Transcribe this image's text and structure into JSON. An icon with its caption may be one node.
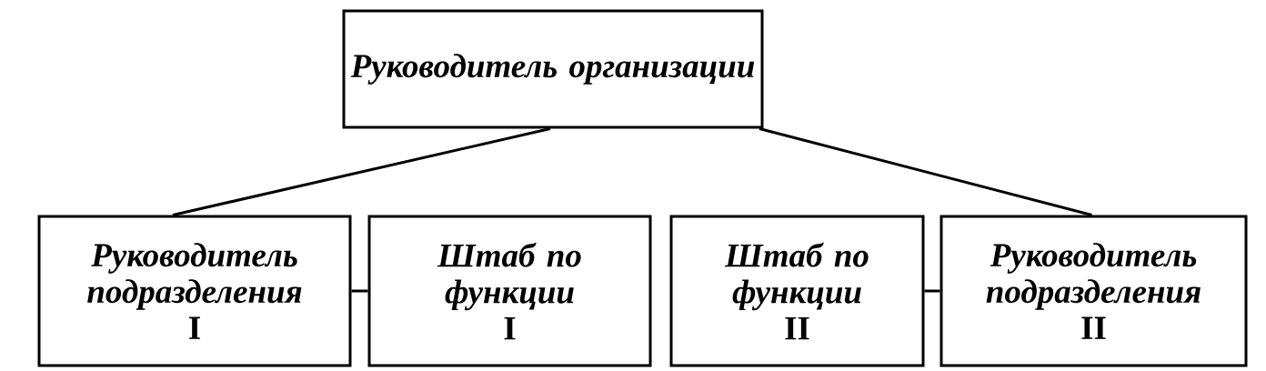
{
  "diagram": {
    "nodes": [
      {
        "text": [
          "Руководитель организации"
        ]
      },
      {
        "text": [
          "Руководитель подразделения",
          "I"
        ]
      },
      {
        "text": [
          "Штаб по функции",
          "I"
        ]
      },
      {
        "text": [
          "Штаб по функции",
          "II"
        ]
      },
      {
        "text": [
          "Руководитель подразделения",
          "II"
        ]
      }
    ],
    "edges": [
      {
        "from": 0,
        "to": 1,
        "arrow": "none"
      },
      {
        "from": 0,
        "to": 4,
        "arrow": "none"
      },
      {
        "from": 1,
        "to": 2,
        "arrow": "none"
      },
      {
        "from": 3,
        "to": 4,
        "arrow": "none"
      }
    ]
  }
}
